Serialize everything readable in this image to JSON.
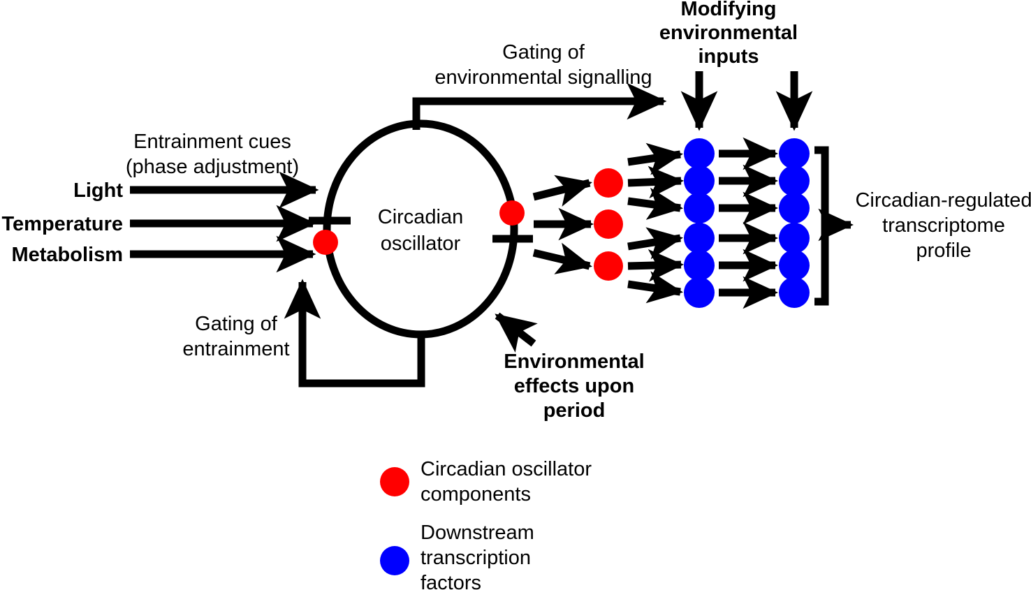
{
  "figure": {
    "type": "schematic-diagram",
    "title_text_present": false,
    "background": "#ffffff",
    "colors": {
      "oscillator_component": "#FF0000",
      "transcription_factor": "#0000FF",
      "line": "#000000"
    }
  },
  "inputs": {
    "header_line1": "Entrainment cues",
    "header_line2": "(phase adjustment)",
    "cues": [
      {
        "label": "Light"
      },
      {
        "label": "Temperature"
      },
      {
        "label": "Metabolism"
      }
    ]
  },
  "oscillator": {
    "label_line1": "Circadian",
    "label_line2": "oscillator"
  },
  "annotations": {
    "gating_signalling_line1": "Gating of",
    "gating_signalling_line2": "environmental signalling",
    "gating_entrainment_line1": "Gating of",
    "gating_entrainment_line2": "entrainment",
    "modifying_inputs_line1": "Modifying",
    "modifying_inputs_line2": "environmental",
    "modifying_inputs_line3": "inputs",
    "env_effects_line1": "Environmental",
    "env_effects_line2": "effects upon",
    "env_effects_line3": "period",
    "output_line1": "Circadian-regulated",
    "output_line2": "transcriptome",
    "output_line3": "profile"
  },
  "legend": {
    "items": [
      {
        "color": "#FF0000",
        "swatch_name": "red-dot",
        "line1": "Circadian oscillator",
        "line2": "components"
      },
      {
        "color": "#0000FF",
        "swatch_name": "blue-dot",
        "line1": "Downstream",
        "line2": "transcription",
        "line3": "factors"
      }
    ]
  },
  "network": {
    "oscillator_components_count": 3,
    "tf_column1_count": 6,
    "tf_column2_count": 6,
    "modifying_input_arrows": 2
  }
}
